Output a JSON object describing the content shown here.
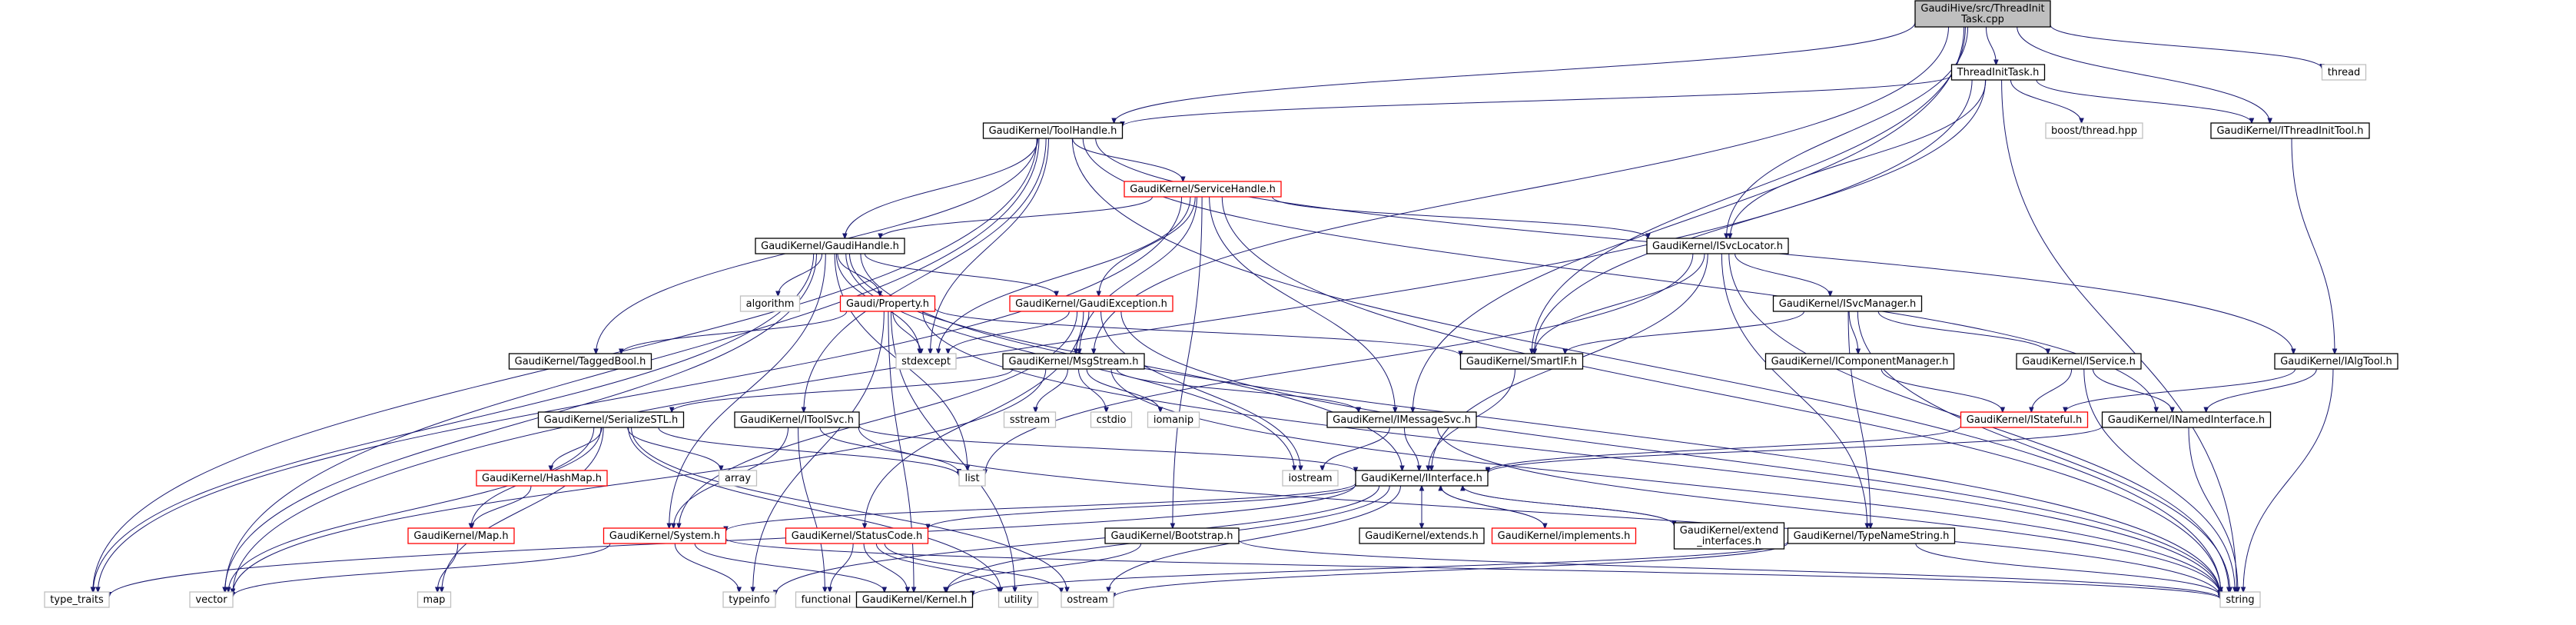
{
  "colors": {
    "root_fill": "#bfbfbf",
    "doc_border": "#000000",
    "error_border": "#ff0000",
    "external_border": "#bfbfbf",
    "edge": "#191970"
  },
  "nodes": {
    "root": {
      "lines": [
        "GaudiHive/src/ThreadInit",
        "Task.cpp"
      ],
      "kind": "root"
    },
    "thread": {
      "lines": [
        "thread"
      ],
      "kind": "external"
    },
    "threadinittask_h": {
      "lines": [
        "ThreadInitTask.h"
      ],
      "kind": "doc"
    },
    "toolhandle_h": {
      "lines": [
        "GaudiKernel/ToolHandle.h"
      ],
      "kind": "doc"
    },
    "boost_thread": {
      "lines": [
        "boost/thread.hpp"
      ],
      "kind": "external"
    },
    "ithreadinittool_h": {
      "lines": [
        "GaudiKernel/IThreadInitTool.h"
      ],
      "kind": "doc"
    },
    "servicehandle_h": {
      "lines": [
        "GaudiKernel/ServiceHandle.h"
      ],
      "kind": "error"
    },
    "gaudihandle_h": {
      "lines": [
        "GaudiKernel/GaudiHandle.h"
      ],
      "kind": "doc"
    },
    "isvclocator_h": {
      "lines": [
        "GaudiKernel/ISvcLocator.h"
      ],
      "kind": "doc"
    },
    "algorithm": {
      "lines": [
        "algorithm"
      ],
      "kind": "external"
    },
    "property_h": {
      "lines": [
        "Gaudi/Property.h"
      ],
      "kind": "error"
    },
    "gaudiexception_h": {
      "lines": [
        "GaudiKernel/GaudiException.h"
      ],
      "kind": "error"
    },
    "isvcmanager_h": {
      "lines": [
        "GaudiKernel/ISvcManager.h"
      ],
      "kind": "doc"
    },
    "taggedbool_h": {
      "lines": [
        "GaudiKernel/TaggedBool.h"
      ],
      "kind": "doc"
    },
    "stdexcept": {
      "lines": [
        "stdexcept"
      ],
      "kind": "external"
    },
    "msgstream_h": {
      "lines": [
        "GaudiKernel/MsgStream.h"
      ],
      "kind": "doc"
    },
    "smartif_h": {
      "lines": [
        "GaudiKernel/SmartIF.h"
      ],
      "kind": "doc"
    },
    "icomponentmanager_h": {
      "lines": [
        "GaudiKernel/IComponentManager.h"
      ],
      "kind": "doc"
    },
    "iservice_h": {
      "lines": [
        "GaudiKernel/IService.h"
      ],
      "kind": "doc"
    },
    "ialgtool_h": {
      "lines": [
        "GaudiKernel/IAlgTool.h"
      ],
      "kind": "doc"
    },
    "serializestl_h": {
      "lines": [
        "GaudiKernel/SerializeSTL.h"
      ],
      "kind": "doc"
    },
    "itoolsvc_h": {
      "lines": [
        "GaudiKernel/IToolSvc.h"
      ],
      "kind": "doc"
    },
    "sstream": {
      "lines": [
        "sstream"
      ],
      "kind": "external"
    },
    "cstdio": {
      "lines": [
        "cstdio"
      ],
      "kind": "external"
    },
    "iomanip": {
      "lines": [
        "iomanip"
      ],
      "kind": "external"
    },
    "imessagesvc_h": {
      "lines": [
        "GaudiKernel/IMessageSvc.h"
      ],
      "kind": "doc"
    },
    "istateful_h": {
      "lines": [
        "GaudiKernel/IStateful.h"
      ],
      "kind": "error"
    },
    "inamedinterface_h": {
      "lines": [
        "GaudiKernel/INamedInterface.h"
      ],
      "kind": "doc"
    },
    "hashmap_h": {
      "lines": [
        "GaudiKernel/HashMap.h"
      ],
      "kind": "error"
    },
    "array": {
      "lines": [
        "array"
      ],
      "kind": "external"
    },
    "list": {
      "lines": [
        "list"
      ],
      "kind": "external"
    },
    "iostream": {
      "lines": [
        "iostream"
      ],
      "kind": "external"
    },
    "iinterface_h": {
      "lines": [
        "GaudiKernel/IInterface.h"
      ],
      "kind": "doc"
    },
    "map_h": {
      "lines": [
        "GaudiKernel/Map.h"
      ],
      "kind": "error"
    },
    "system_h": {
      "lines": [
        "GaudiKernel/System.h"
      ],
      "kind": "error"
    },
    "statuscode_h": {
      "lines": [
        "GaudiKernel/StatusCode.h"
      ],
      "kind": "error"
    },
    "bootstrap_h": {
      "lines": [
        "GaudiKernel/Bootstrap.h"
      ],
      "kind": "doc"
    },
    "extends_h": {
      "lines": [
        "GaudiKernel/extends.h"
      ],
      "kind": "doc"
    },
    "implements_h": {
      "lines": [
        "GaudiKernel/implements.h"
      ],
      "kind": "error"
    },
    "extend_interfaces_h": {
      "lines": [
        "GaudiKernel/extend",
        "_interfaces.h"
      ],
      "kind": "doc"
    },
    "typenamestring_h": {
      "lines": [
        "GaudiKernel/TypeNameString.h"
      ],
      "kind": "doc"
    },
    "type_traits": {
      "lines": [
        "type_traits"
      ],
      "kind": "external"
    },
    "vector": {
      "lines": [
        "vector"
      ],
      "kind": "external"
    },
    "map": {
      "lines": [
        "map"
      ],
      "kind": "external"
    },
    "typeinfo": {
      "lines": [
        "typeinfo"
      ],
      "kind": "external"
    },
    "functional": {
      "lines": [
        "functional"
      ],
      "kind": "external"
    },
    "kernel_h": {
      "lines": [
        "GaudiKernel/Kernel.h"
      ],
      "kind": "doc"
    },
    "utility": {
      "lines": [
        "utility"
      ],
      "kind": "external"
    },
    "ostream": {
      "lines": [
        "ostream"
      ],
      "kind": "external"
    },
    "string": {
      "lines": [
        "string"
      ],
      "kind": "external"
    }
  },
  "edges": [
    [
      "root",
      "threadinittask_h"
    ],
    [
      "root",
      "thread"
    ],
    [
      "root",
      "toolhandle_h"
    ],
    [
      "root",
      "ithreadinittool_h"
    ],
    [
      "root",
      "isvclocator_h"
    ],
    [
      "root",
      "smartif_h"
    ],
    [
      "root",
      "msgstream_h"
    ],
    [
      "root",
      "imessagesvc_h"
    ],
    [
      "threadinittask_h",
      "toolhandle_h"
    ],
    [
      "threadinittask_h",
      "boost_thread"
    ],
    [
      "threadinittask_h",
      "ithreadinittool_h"
    ],
    [
      "threadinittask_h",
      "isvclocator_h"
    ],
    [
      "threadinittask_h",
      "smartif_h"
    ],
    [
      "threadinittask_h",
      "string"
    ],
    [
      "threadinittask_h",
      "vector"
    ],
    [
      "toolhandle_h",
      "servicehandle_h"
    ],
    [
      "toolhandle_h",
      "gaudihandle_h"
    ],
    [
      "toolhandle_h",
      "taggedbool_h"
    ],
    [
      "toolhandle_h",
      "itoolsvc_h"
    ],
    [
      "toolhandle_h",
      "ialgtool_h"
    ],
    [
      "toolhandle_h",
      "inamedinterface_h"
    ],
    [
      "toolhandle_h",
      "stdexcept"
    ],
    [
      "toolhandle_h",
      "type_traits"
    ],
    [
      "toolhandle_h",
      "vector"
    ],
    [
      "toolhandle_h",
      "string"
    ],
    [
      "ithreadinittool_h",
      "ialgtool_h"
    ],
    [
      "servicehandle_h",
      "gaudihandle_h"
    ],
    [
      "servicehandle_h",
      "gaudiexception_h"
    ],
    [
      "servicehandle_h",
      "isvclocator_h"
    ],
    [
      "servicehandle_h",
      "imessagesvc_h"
    ],
    [
      "servicehandle_h",
      "msgstream_h"
    ],
    [
      "servicehandle_h",
      "stdexcept"
    ],
    [
      "servicehandle_h",
      "bootstrap_h"
    ],
    [
      "servicehandle_h",
      "type_traits"
    ],
    [
      "servicehandle_h",
      "string"
    ],
    [
      "gaudihandle_h",
      "property_h"
    ],
    [
      "gaudihandle_h",
      "gaudiexception_h"
    ],
    [
      "gaudihandle_h",
      "algorithm"
    ],
    [
      "gaudihandle_h",
      "stdexcept"
    ],
    [
      "gaudihandle_h",
      "iinterface_h"
    ],
    [
      "gaudihandle_h",
      "system_h"
    ],
    [
      "gaudihandle_h",
      "iostream"
    ],
    [
      "gaudihandle_h",
      "string"
    ],
    [
      "gaudihandle_h",
      "type_traits"
    ],
    [
      "gaudihandle_h",
      "vector"
    ],
    [
      "gaudihandle_h",
      "list"
    ],
    [
      "isvclocator_h",
      "isvcmanager_h"
    ],
    [
      "isvclocator_h",
      "smartif_h"
    ],
    [
      "isvclocator_h",
      "iinterface_h"
    ],
    [
      "isvclocator_h",
      "typenamestring_h"
    ],
    [
      "isvclocator_h",
      "list"
    ],
    [
      "isvclocator_h",
      "string"
    ],
    [
      "property_h",
      "taggedbool_h"
    ],
    [
      "property_h",
      "smartif_h"
    ],
    [
      "property_h",
      "stdexcept"
    ],
    [
      "property_h",
      "string"
    ],
    [
      "property_h",
      "utility"
    ],
    [
      "property_h",
      "typeinfo"
    ],
    [
      "property_h",
      "kernel_h"
    ],
    [
      "gaudiexception_h",
      "msgstream_h"
    ],
    [
      "gaudiexception_h",
      "statuscode_h"
    ],
    [
      "gaudiexception_h",
      "system_h"
    ],
    [
      "gaudiexception_h",
      "stdexcept"
    ],
    [
      "gaudiexception_h",
      "iostream"
    ],
    [
      "gaudiexception_h",
      "string"
    ],
    [
      "isvcmanager_h",
      "icomponentmanager_h"
    ],
    [
      "isvcmanager_h",
      "iservice_h"
    ],
    [
      "isvcmanager_h",
      "smartif_h"
    ],
    [
      "isvcmanager_h",
      "typenamestring_h"
    ],
    [
      "isvcmanager_h",
      "string"
    ],
    [
      "msgstream_h",
      "imessagesvc_h"
    ],
    [
      "msgstream_h",
      "serializestl_h"
    ],
    [
      "msgstream_h",
      "sstream"
    ],
    [
      "msgstream_h",
      "cstdio"
    ],
    [
      "msgstream_h",
      "iomanip"
    ],
    [
      "msgstream_h",
      "string"
    ],
    [
      "msgstream_h",
      "vector"
    ],
    [
      "smartif_h",
      "iinterface_h"
    ],
    [
      "icomponentmanager_h",
      "istateful_h"
    ],
    [
      "iservice_h",
      "istateful_h"
    ],
    [
      "iservice_h",
      "inamedinterface_h"
    ],
    [
      "iservice_h",
      "string"
    ],
    [
      "ialgtool_h",
      "istateful_h"
    ],
    [
      "ialgtool_h",
      "inamedinterface_h"
    ],
    [
      "ialgtool_h",
      "string"
    ],
    [
      "serializestl_h",
      "hashmap_h"
    ],
    [
      "serializestl_h",
      "map_h"
    ],
    [
      "serializestl_h",
      "array"
    ],
    [
      "serializestl_h",
      "list"
    ],
    [
      "serializestl_h",
      "map"
    ],
    [
      "serializestl_h",
      "utility"
    ],
    [
      "serializestl_h",
      "ostream"
    ],
    [
      "serializestl_h",
      "vector"
    ],
    [
      "itoolsvc_h",
      "iinterface_h"
    ],
    [
      "itoolsvc_h",
      "system_h"
    ],
    [
      "itoolsvc_h",
      "list"
    ],
    [
      "itoolsvc_h",
      "string"
    ],
    [
      "itoolsvc_h",
      "functional"
    ],
    [
      "imessagesvc_h",
      "iinterface_h"
    ],
    [
      "imessagesvc_h",
      "iostream"
    ],
    [
      "imessagesvc_h",
      "string"
    ],
    [
      "istateful_h",
      "iinterface_h"
    ],
    [
      "inamedinterface_h",
      "iinterface_h"
    ],
    [
      "inamedinterface_h",
      "string"
    ],
    [
      "hashmap_h",
      "map_h"
    ],
    [
      "map_h",
      "map"
    ],
    [
      "iinterface_h",
      "system_h"
    ],
    [
      "iinterface_h",
      "statuscode_h"
    ],
    [
      "iinterface_h",
      "extends_h"
    ],
    [
      "iinterface_h",
      "implements_h"
    ],
    [
      "iinterface_h",
      "extend_interfaces_h"
    ],
    [
      "iinterface_h",
      "kernel_h"
    ],
    [
      "iinterface_h",
      "typeinfo"
    ],
    [
      "iinterface_h",
      "ostream"
    ],
    [
      "iinterface_h",
      "type_traits"
    ],
    [
      "extends_h",
      "iinterface_h"
    ],
    [
      "implements_h",
      "iinterface_h"
    ],
    [
      "extend_interfaces_h",
      "iinterface_h"
    ],
    [
      "system_h",
      "kernel_h"
    ],
    [
      "system_h",
      "typeinfo"
    ],
    [
      "system_h",
      "string"
    ],
    [
      "system_h",
      "vector"
    ],
    [
      "statuscode_h",
      "kernel_h"
    ],
    [
      "statuscode_h",
      "functional"
    ],
    [
      "statuscode_h",
      "utility"
    ],
    [
      "statuscode_h",
      "ostream"
    ],
    [
      "bootstrap_h",
      "kernel_h"
    ],
    [
      "bootstrap_h",
      "string"
    ],
    [
      "typenamestring_h",
      "kernel_h"
    ],
    [
      "typenamestring_h",
      "ostream"
    ],
    [
      "typenamestring_h",
      "string"
    ]
  ]
}
